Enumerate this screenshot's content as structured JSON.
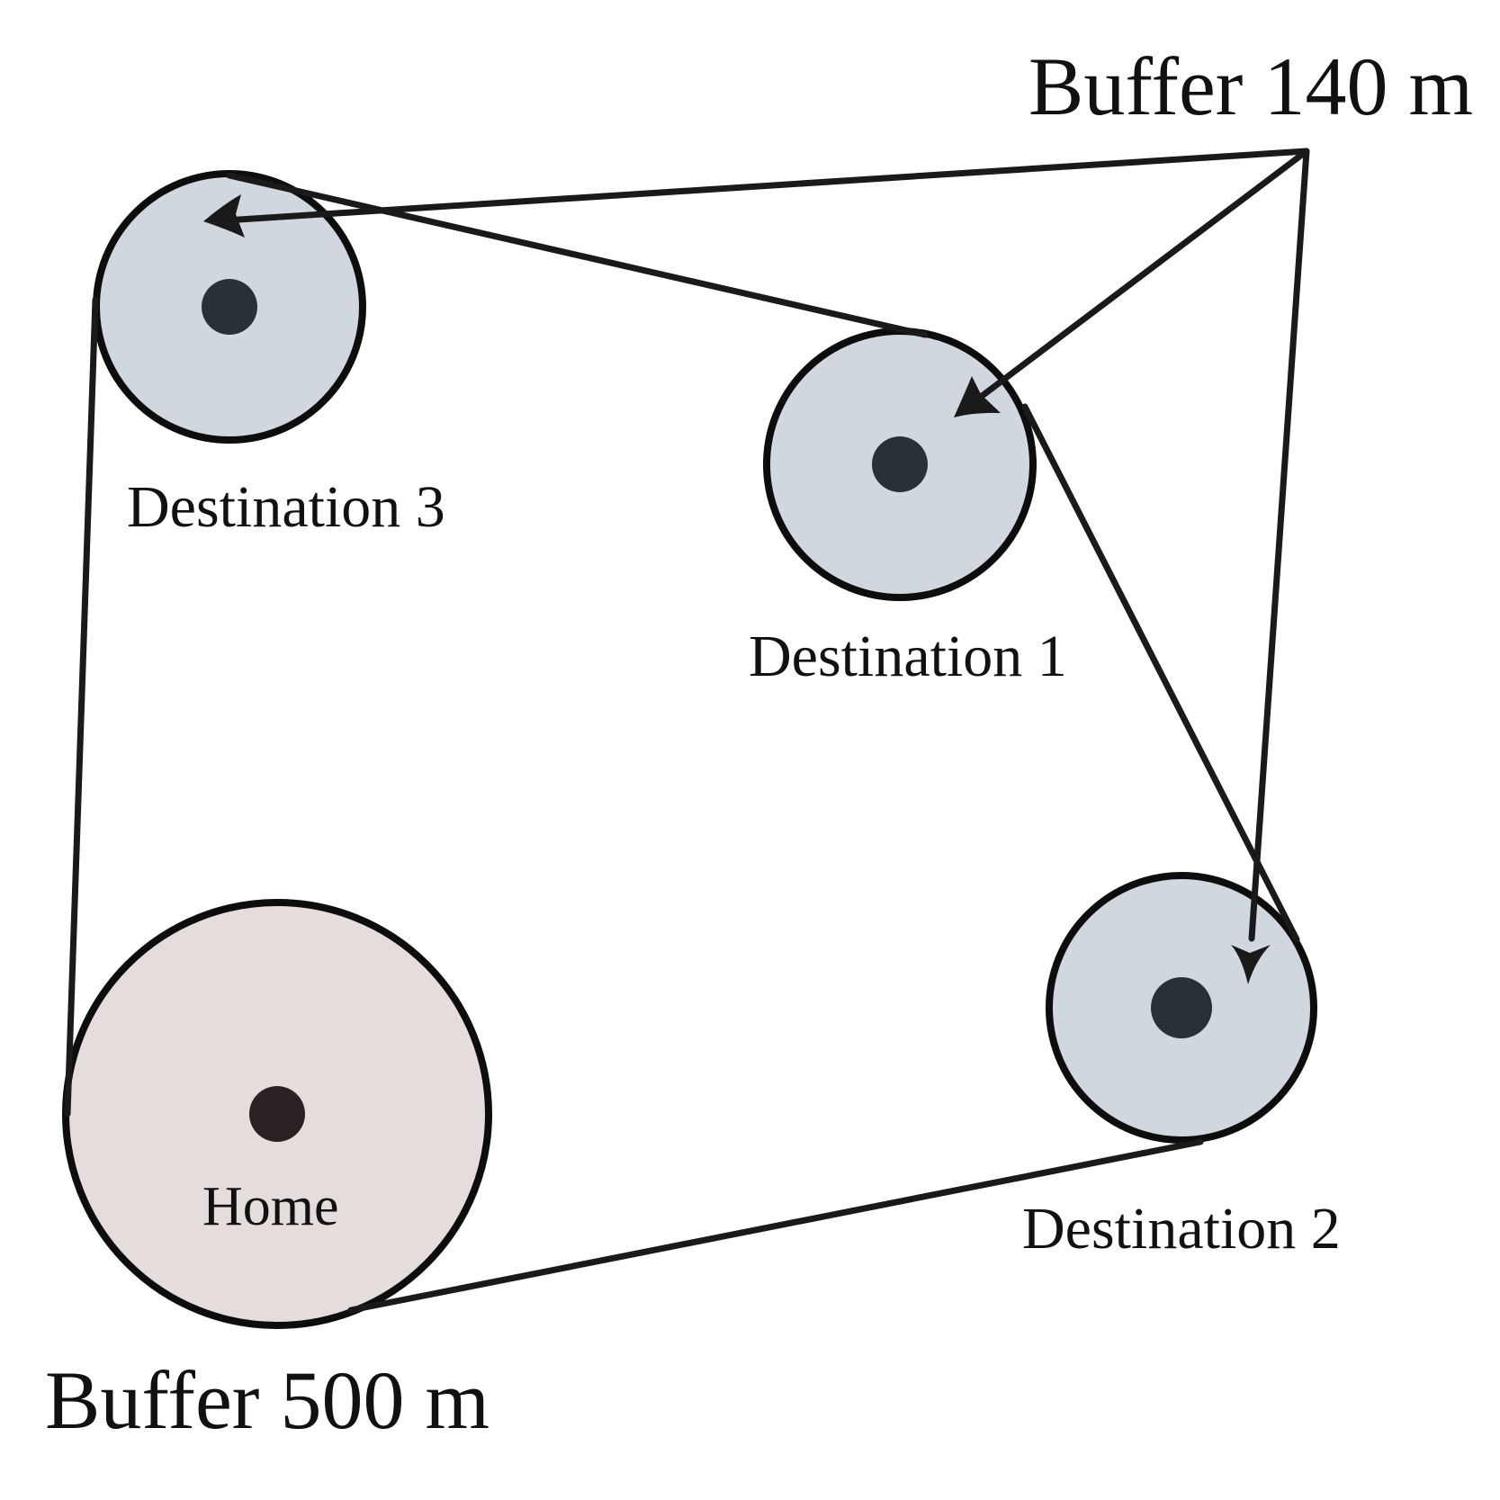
{
  "labels": {
    "buffer_top": "Buffer 140 m",
    "buffer_bottom": "Buffer 500 m",
    "destination_3": "Destination 3",
    "destination_1": "Destination 1",
    "destination_2": "Destination 2",
    "home": "Home"
  },
  "colors": {
    "destination_fill": "#d0d7df",
    "home_fill": "#e5dcdc",
    "destination_dot": "#2a3038",
    "home_dot": "#2a2222",
    "stroke": "#1a1a1a",
    "background": "#ffffff"
  }
}
